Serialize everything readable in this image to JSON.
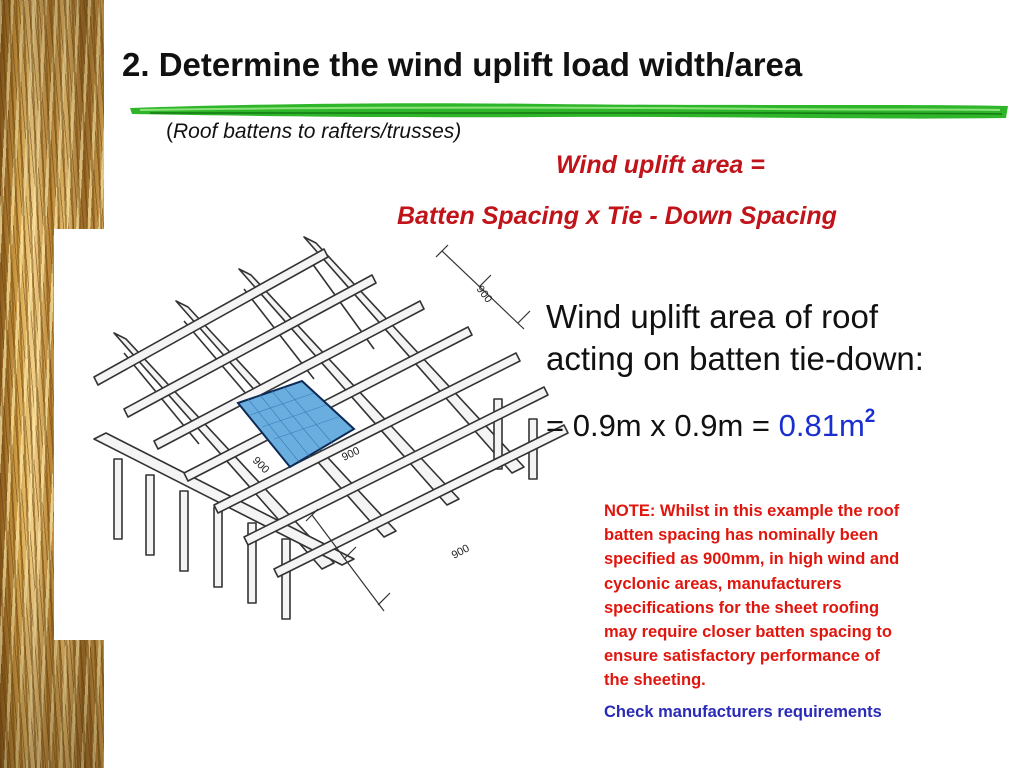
{
  "slide": {
    "title": "2. Determine the wind uplift load width/area",
    "subtitle_open": "(",
    "subtitle_italic": "Roof battens to rafters/trusses)",
    "formula_line_1": "Wind uplift area =",
    "formula_line_2": "Batten Spacing x Tie - Down Spacing",
    "explanation_line_1": "Wind uplift area of roof",
    "explanation_line_2": "acting on batten tie-down:",
    "calc_prefix": "= 0.9m x 0.9m = ",
    "calc_result": "0.81m",
    "calc_exponent": "2",
    "note_lines": [
      "NOTE: Whilst in this example the roof",
      "batten spacing has nominally been",
      "specified as 900mm, in high wind and",
      "cyclonic areas, manufacturers",
      "specifications for the sheet roofing",
      "may require closer batten spacing to",
      "ensure satisfactory performance of",
      "the sheeting."
    ],
    "check_text": "Check manufacturers requirements"
  },
  "diagram": {
    "dimension_labels": [
      "900",
      "900",
      "900",
      "900"
    ]
  },
  "colors": {
    "formula": "#c0141a",
    "note": "#e0160e",
    "result": "#1a2fd0",
    "check": "#2a2ab8",
    "rule_green": "#2fb52a",
    "tile_fill": "#6aaee0"
  }
}
